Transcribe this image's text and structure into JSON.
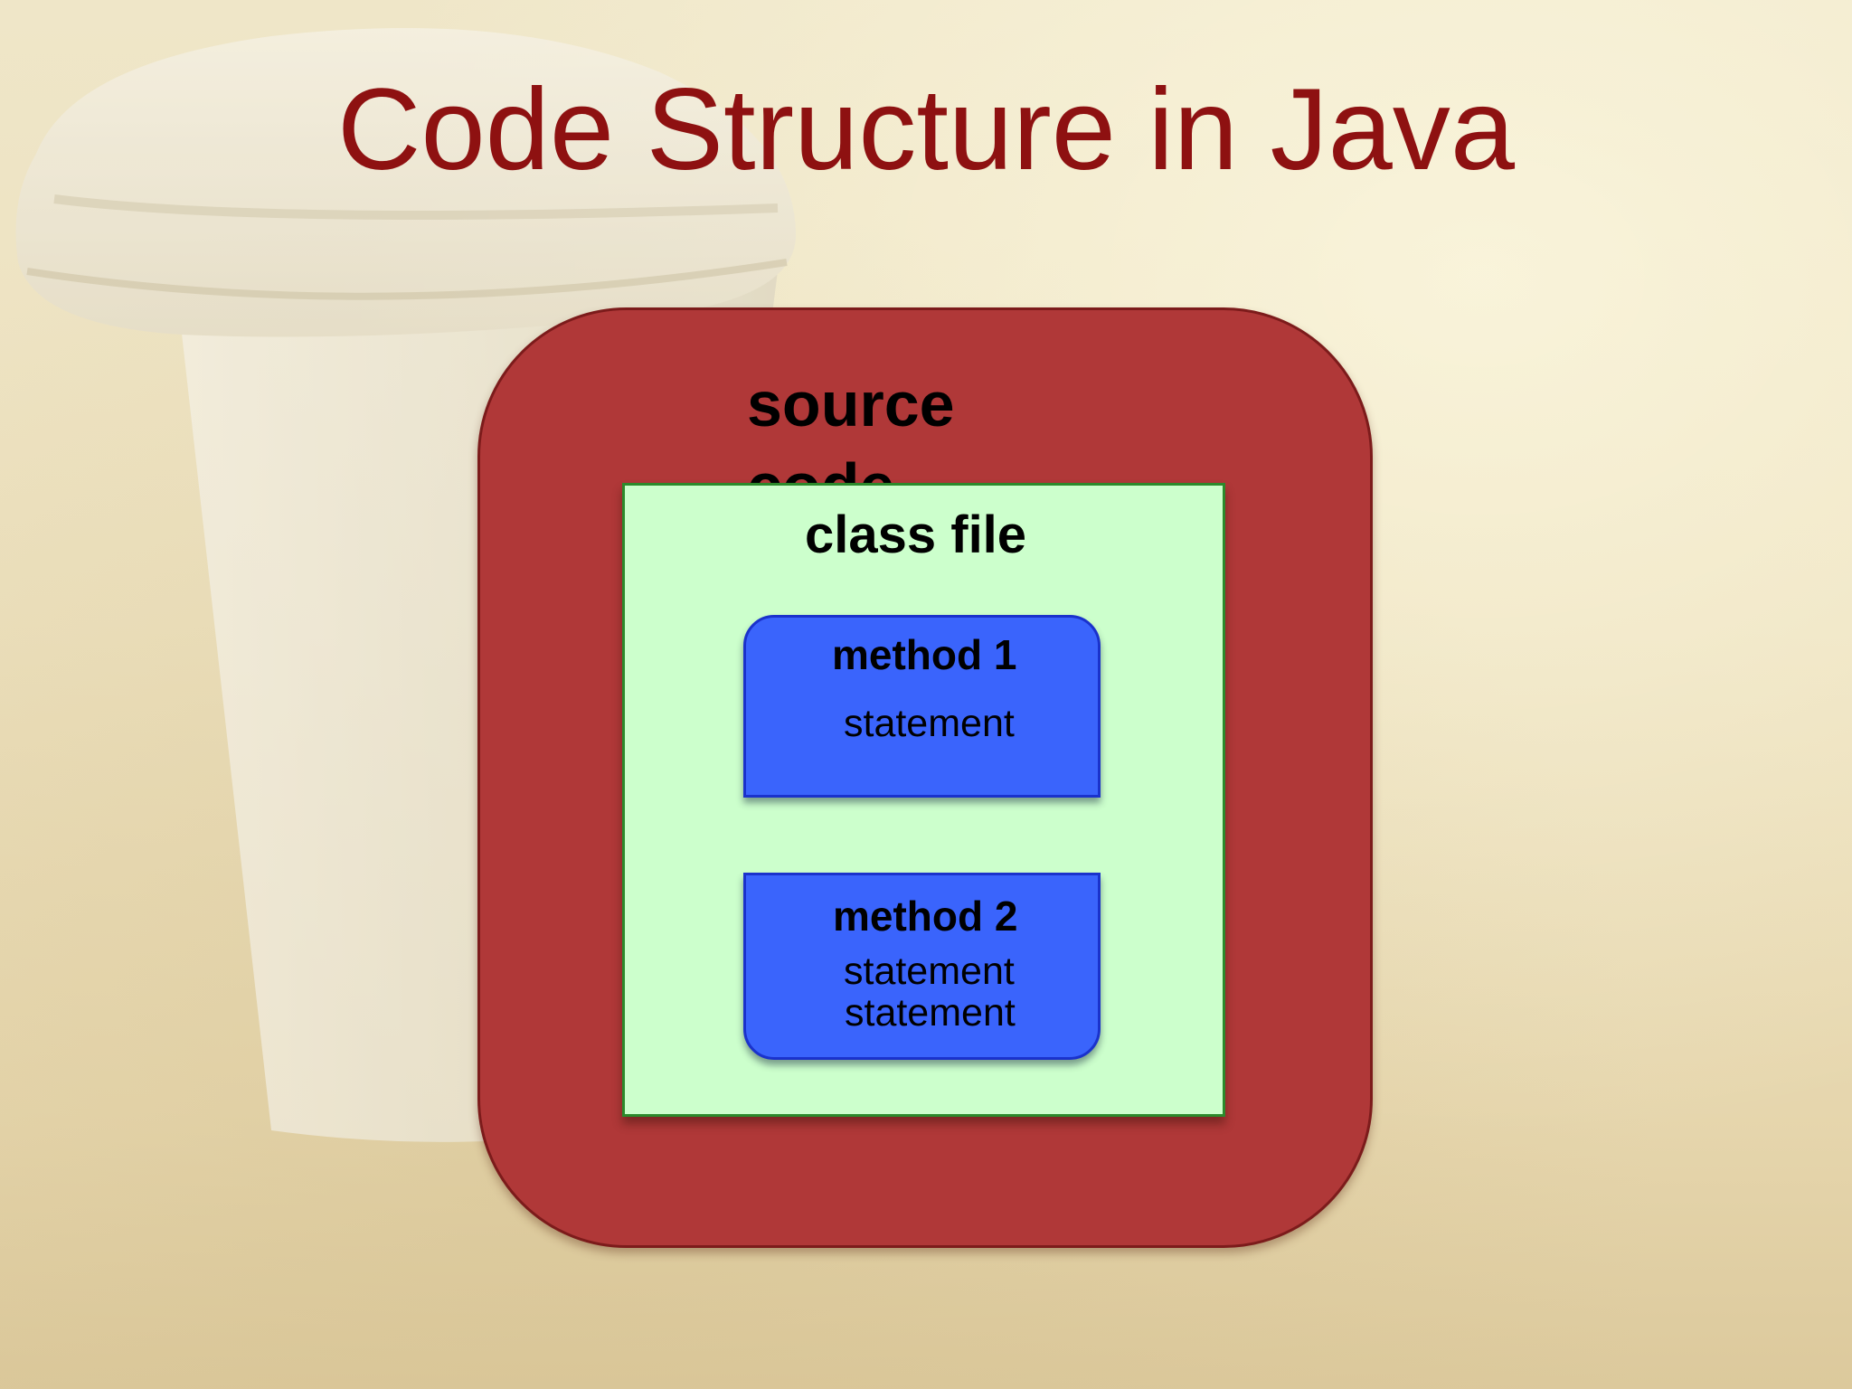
{
  "slide": {
    "title": "Code Structure in Java"
  },
  "diagram": {
    "source": {
      "label": "source code"
    },
    "class": {
      "label": "class file"
    },
    "methods": [
      {
        "label": "method 1",
        "statements": [
          "statement"
        ]
      },
      {
        "label": "method 2",
        "statements": [
          "statement",
          "statement"
        ]
      }
    ]
  },
  "colors": {
    "title": "#8e1111",
    "source_fill": "#b03838",
    "class_fill": "#ccffcc",
    "method_fill": "#3a64fc"
  },
  "background": {
    "watermark_icon": "coffee-cup-icon"
  }
}
